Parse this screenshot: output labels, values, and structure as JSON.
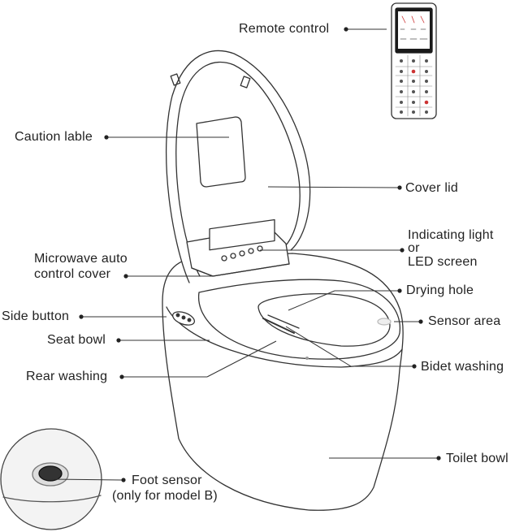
{
  "labels": {
    "remote_control": "Remote control",
    "caution_label": "Caution lable",
    "cover_lid": "Cover lid",
    "indicating_light_1": "Indicating light",
    "indicating_light_2": "or",
    "indicating_light_3": "LED screen",
    "microwave_1": "Microwave auto",
    "microwave_2": "control cover",
    "drying_hole": "Drying hole",
    "side_button": "Side button",
    "sensor_area": "Sensor area",
    "seat_bowl": "Seat bowl",
    "bidet_washing": "Bidet washing",
    "rear_washing": "Rear washing",
    "toilet_bowl": "Toilet bowl",
    "foot_sensor_1": "Foot sensor",
    "foot_sensor_2": "(only for model B)"
  }
}
